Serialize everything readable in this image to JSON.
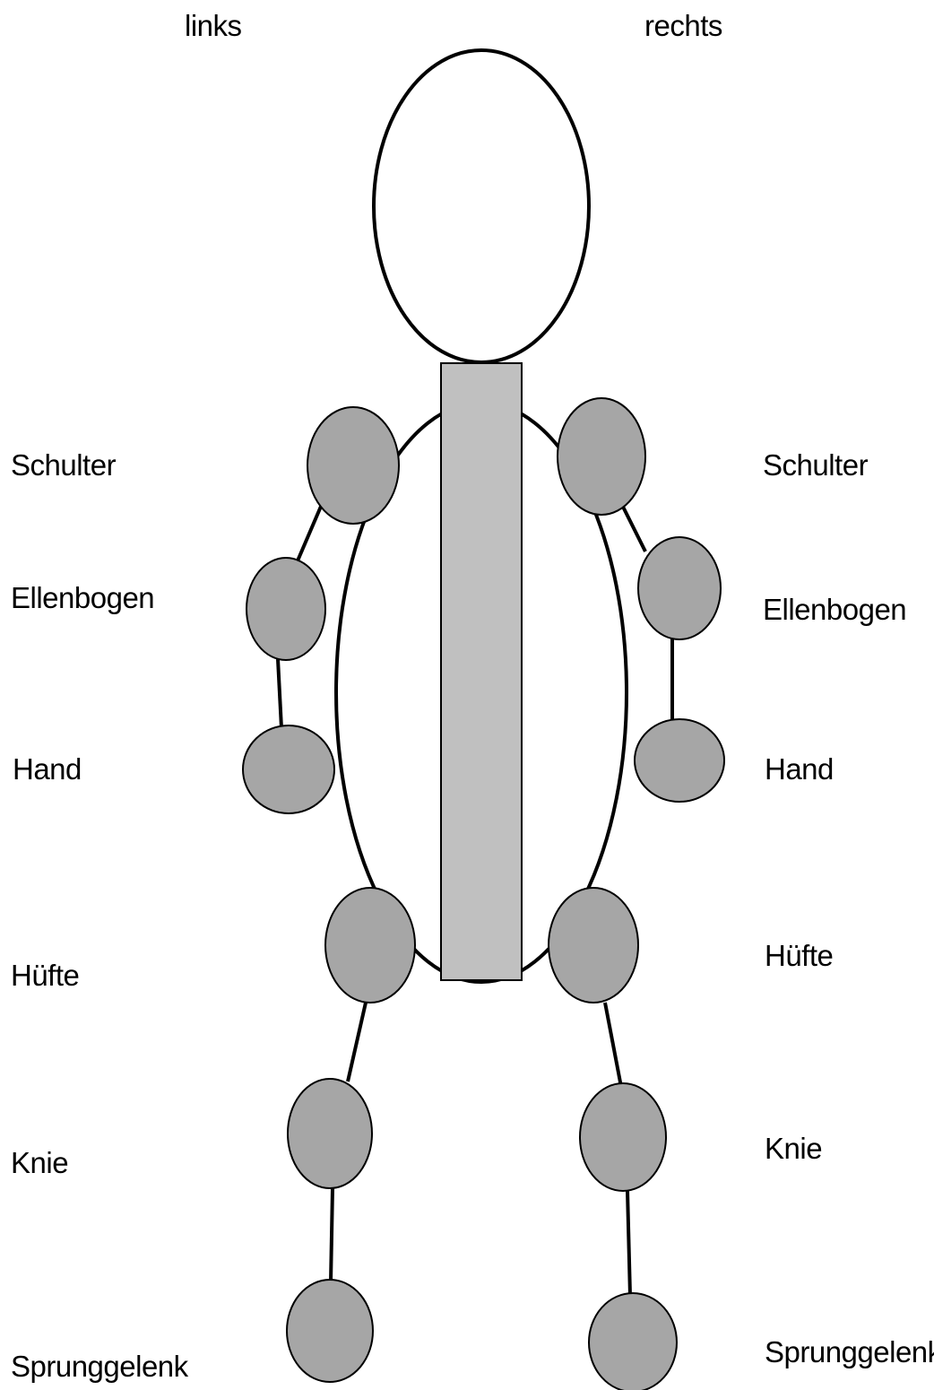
{
  "header": {
    "left_label": "links",
    "right_label": "rechts"
  },
  "joints_left": {
    "shoulder": "Schulter",
    "elbow": "Ellenbogen",
    "hand": "Hand",
    "hip": "Hüfte",
    "knee": "Knie",
    "ankle": "Sprunggelenk"
  },
  "joints_right": {
    "shoulder": "Schulter",
    "elbow": "Ellenbogen",
    "hand": "Hand",
    "hip": "Hüfte",
    "knee": "Knie",
    "ankle": "Sprunggelenk"
  },
  "colors": {
    "joint_fill": "#a6a6a6",
    "spine_fill": "#c0c0c0",
    "outline": "#000000",
    "background": "#ffffff"
  }
}
